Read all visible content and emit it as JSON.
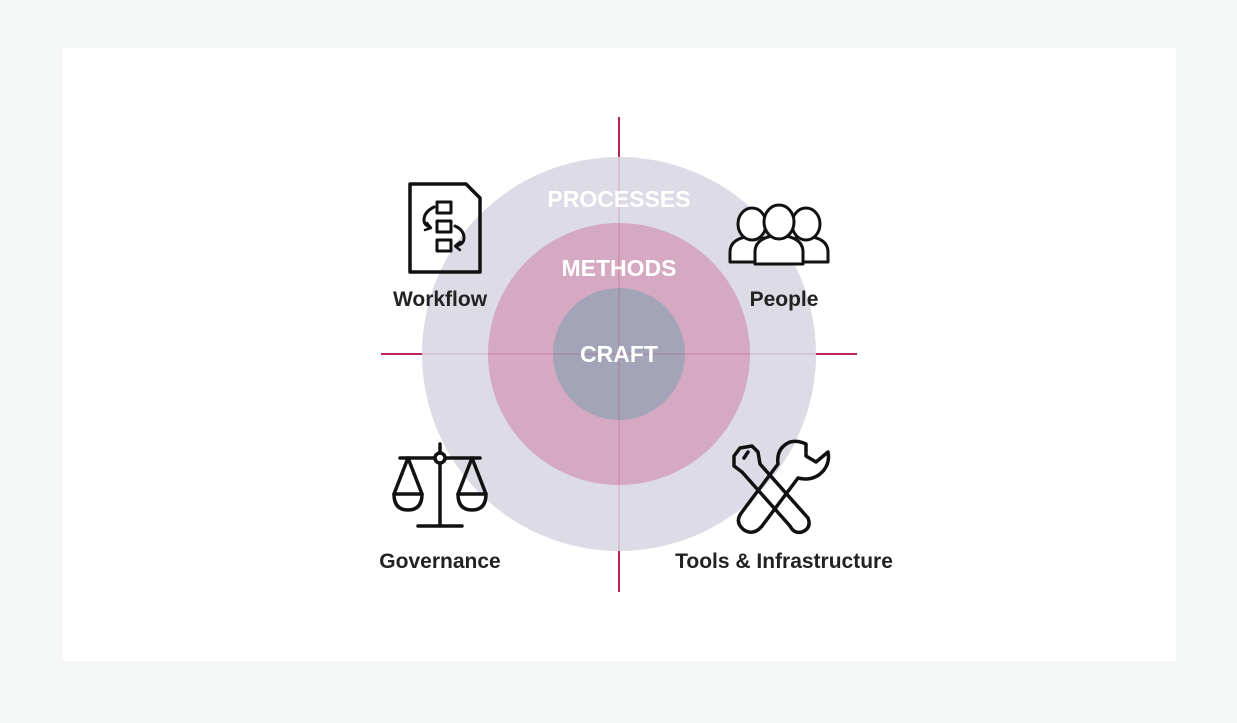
{
  "rings": {
    "outer": {
      "label": "PROCESSES",
      "color": "#dcdbe6"
    },
    "middle": {
      "label": "METHODS",
      "color": "#d6a9c3"
    },
    "inner": {
      "label": "CRAFT",
      "color": "#a3a4b8"
    }
  },
  "axis_color": "#b8245b",
  "quadrants": {
    "top_left": {
      "label": "Workflow",
      "icon": "workflow-document-icon"
    },
    "top_right": {
      "label": "People",
      "icon": "people-group-icon"
    },
    "bottom_left": {
      "label": "Governance",
      "icon": "balance-scale-icon"
    },
    "bottom_right": {
      "label": "Tools & Infrastructure",
      "icon": "wrench-screwdriver-icon"
    }
  }
}
